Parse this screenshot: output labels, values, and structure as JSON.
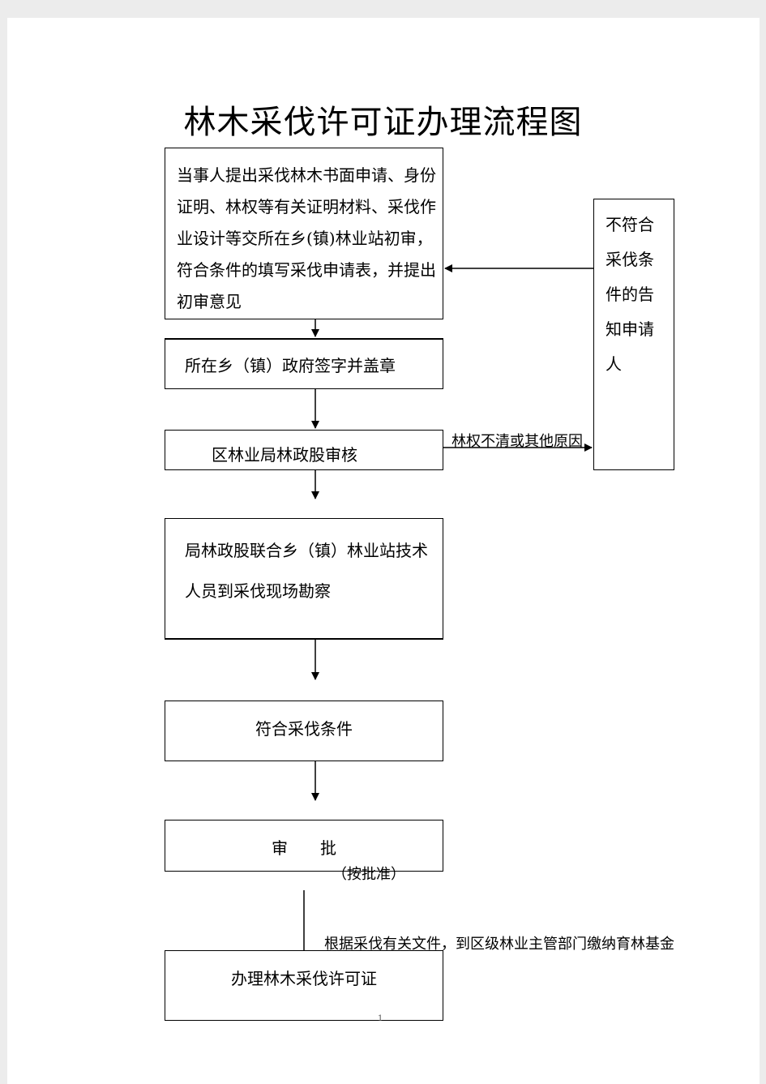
{
  "title": "林木采伐许可证办理流程图",
  "steps": {
    "apply": "当事人提出采伐林木书面申请、身份证明、林权等有关证明材料、采伐作业设计等交所在乡(镇)林业站初审，符合条件的填写采伐申请表，并提出初审意见",
    "township": "所在乡（镇）政府签字并盖章",
    "review": "区林业局林政股审核",
    "survey": "局林政股联合乡（镇）林业站技术人员到采伐现场勘察",
    "qualified": "符合采伐条件",
    "approve": "审　　批",
    "permit": "办理林木采伐许可证"
  },
  "side_box": "不符合采伐条件的告知申请人",
  "labels": {
    "reason": "林权不清或其他原因",
    "approve_note": "（按批准）",
    "fund": "根据采伐有关文件，到区级林业主管部门缴纳育林基金"
  },
  "page_number": "1"
}
